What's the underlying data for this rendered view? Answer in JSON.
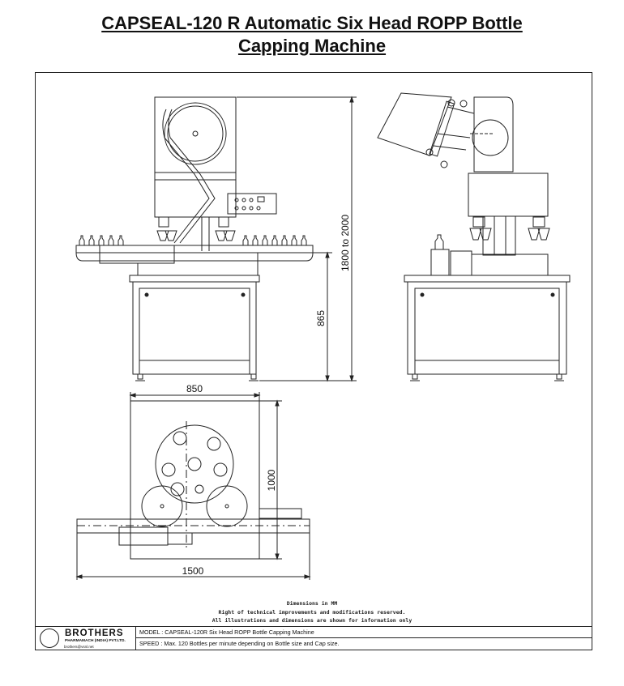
{
  "title": {
    "line1": "CAPSEAL-120 R   Automatic Six  Head  ROPP Bottle",
    "line2": "Capping Machine"
  },
  "dimensions": {
    "height_range": "1800 to 2000",
    "table_height": "865",
    "width_top": "850",
    "depth": "1000",
    "length": "1500"
  },
  "notes": {
    "line1": "Dimensions in MM",
    "line2": "Right of technical improvements and modifications reserved.",
    "line3": "All illustrations and dimensions are shown for information only"
  },
  "title_block": {
    "brand": "BROTHERS",
    "company": "PHARMAMACH (INDIA) PVT.LTD.",
    "email": "brothers@vsnl.net",
    "model": "MODEL : CAPSEAL-120R Six Head ROPP Bottle Capping Machine",
    "speed": "SPEED : Max. 120 Bottles per minute depending on Bottle size and Cap size."
  },
  "colors": {
    "line": "#222222",
    "background": "#ffffff"
  }
}
